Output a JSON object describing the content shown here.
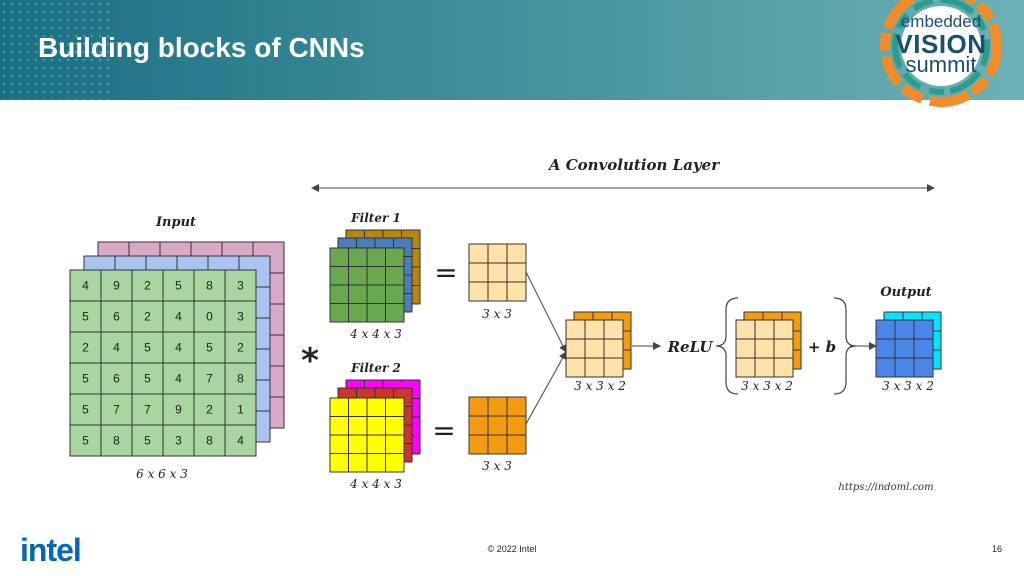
{
  "header": {
    "title": "Building blocks of CNNs"
  },
  "logo": {
    "line1": "embedded",
    "line2": "VISION",
    "line3": "summit"
  },
  "diagram": {
    "layer_label": "A Convolution Layer",
    "input_label": "Input",
    "input_dims": "6 x 6 x 3",
    "input_grid": [
      [
        "4",
        "9",
        "2",
        "5",
        "8",
        "3"
      ],
      [
        "5",
        "6",
        "2",
        "4",
        "0",
        "3"
      ],
      [
        "2",
        "4",
        "5",
        "4",
        "5",
        "2"
      ],
      [
        "5",
        "6",
        "5",
        "4",
        "7",
        "8"
      ],
      [
        "5",
        "7",
        "7",
        "9",
        "2",
        "1"
      ],
      [
        "5",
        "8",
        "5",
        "3",
        "8",
        "4"
      ]
    ],
    "conv_symbol": "*",
    "filter1_label": "Filter 1",
    "filter1_dims": "4 x 4 x 3",
    "filter2_label": "Filter 2",
    "filter2_dims": "4 x 4 x 3",
    "equals": "=",
    "out1_dims": "3 x 3",
    "out2_dims": "3 x 3",
    "stacked_dims": "3 x 3 x 2",
    "relu_label": "ReLU",
    "relu_dims": "3 x 3 x 2",
    "bias_label": "+ b",
    "output_label": "Output",
    "output_dims": "3 x 3 x 2",
    "source": "https://indoml.com",
    "colors": {
      "input_front": "#a8d5a0",
      "input_mid": "#a9c4f0",
      "input_back": "#d9a9c9",
      "filter1_front": "#6aa84f",
      "filter1_mid": "#4a7ebb",
      "filter1_back": "#b8860b",
      "filter2_front": "#ffff00",
      "filter2_mid": "#cc3333",
      "filter2_back": "#ff00ff",
      "feature_light": "#fde3a7",
      "feature_orange": "#f39c12",
      "output_front": "#4a86e8",
      "output_back": "#00e5ff"
    }
  },
  "footer": {
    "brand": "intel",
    "copyright": "© 2022 Intel",
    "page": "16"
  }
}
